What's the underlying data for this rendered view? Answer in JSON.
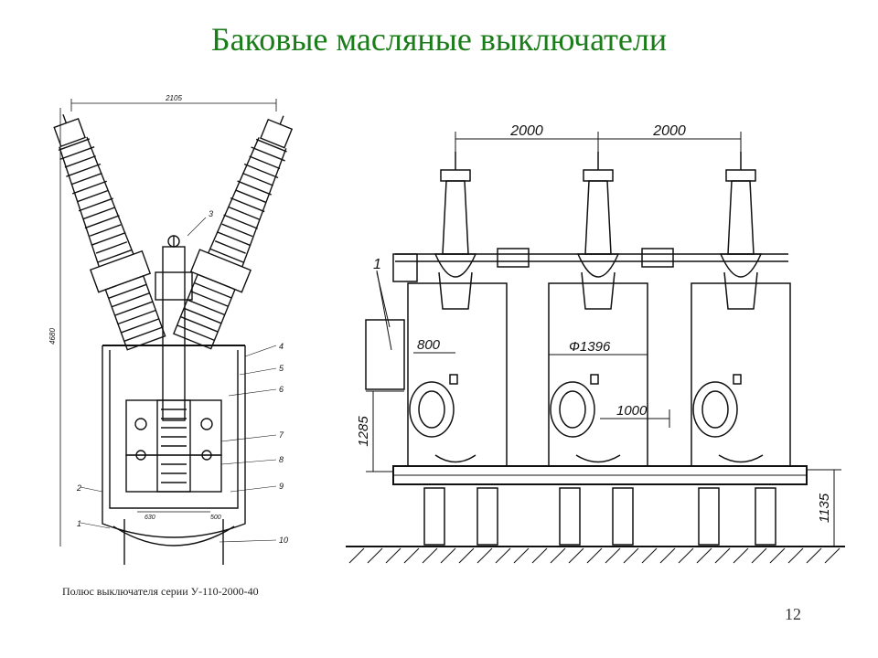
{
  "title": "Баковые масляные выключатели",
  "page_number": "12",
  "left_figure": {
    "caption": "Полюс выключателя серии У-110-2000-40",
    "dim_top": "2105",
    "dim_height": "4680",
    "dim_bottom_left": "630",
    "dim_bottom_right": "500",
    "callouts": [
      "1",
      "2",
      "3",
      "4",
      "5",
      "6",
      "7",
      "8",
      "9",
      "10"
    ]
  },
  "right_figure": {
    "callout": "1",
    "dim_spacing_1": "2000",
    "dim_spacing_2": "2000",
    "dim_800": "800",
    "dim_diameter": "Ф1396",
    "dim_1000": "1000",
    "dim_1285": "1285",
    "dim_1135": "1135"
  }
}
